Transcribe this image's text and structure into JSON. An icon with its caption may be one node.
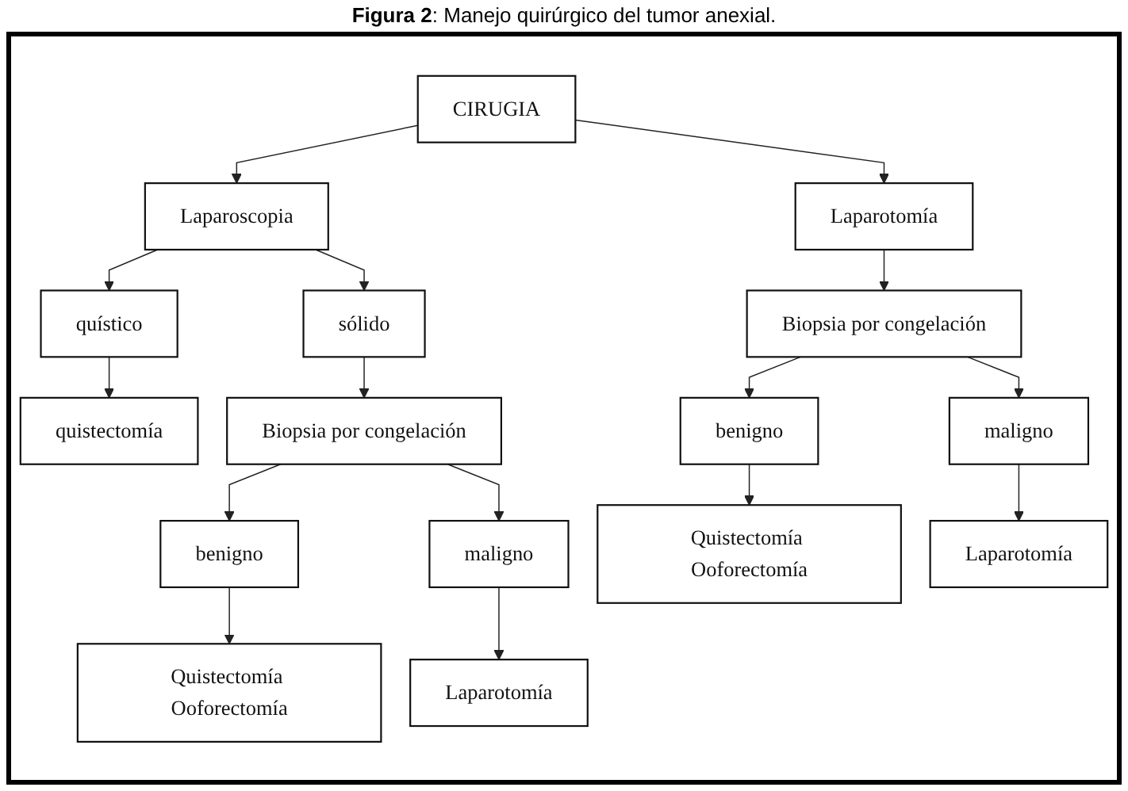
{
  "diagram": {
    "title": "**Figura 2**: Manejo quirúrgico del tumor anexial.",
    "nodes": [
      {
        "text": [
          "CIRUGIA"
        ]
      },
      {
        "text": [
          "Laparoscopia"
        ]
      },
      {
        "text": [
          "Laparotomía"
        ]
      },
      {
        "text": [
          "quístico"
        ]
      },
      {
        "text": [
          "sólido"
        ]
      },
      {
        "text": [
          "quistectomía"
        ]
      },
      {
        "text": [
          "Biopsia por congelación"
        ]
      },
      {
        "text": [
          "benigno"
        ]
      },
      {
        "text": [
          "maligno"
        ]
      },
      {
        "text": [
          "Quistectomía Ooforectomía"
        ]
      },
      {
        "text": [
          "Laparotomía"
        ]
      },
      {
        "text": [
          "Biopsia por congelación"
        ]
      },
      {
        "text": [
          "benigno"
        ]
      },
      {
        "text": [
          "maligno"
        ]
      },
      {
        "text": [
          "Quistectomía Ooforectomía"
        ]
      },
      {
        "text": [
          "Laparotomía"
        ]
      }
    ],
    "edges": [
      {
        "from": 0,
        "to": 1,
        "arrow": "to"
      },
      {
        "from": 0,
        "to": 2,
        "arrow": "to"
      },
      {
        "from": 1,
        "to": 3,
        "arrow": "to"
      },
      {
        "from": 1,
        "to": 4,
        "arrow": "to"
      },
      {
        "from": 3,
        "to": 5,
        "arrow": "to"
      },
      {
        "from": 4,
        "to": 6,
        "arrow": "to"
      },
      {
        "from": 6,
        "to": 7,
        "arrow": "to"
      },
      {
        "from": 6,
        "to": 8,
        "arrow": "to"
      },
      {
        "from": 7,
        "to": 9,
        "arrow": "to"
      },
      {
        "from": 8,
        "to": 10,
        "arrow": "to"
      },
      {
        "from": 2,
        "to": 11,
        "arrow": "to"
      },
      {
        "from": 11,
        "to": 12,
        "arrow": "to"
      },
      {
        "from": 11,
        "to": 13,
        "arrow": "to"
      },
      {
        "from": 12,
        "to": 14,
        "arrow": "to"
      },
      {
        "from": 13,
        "to": 15,
        "arrow": "to"
      }
    ]
  }
}
